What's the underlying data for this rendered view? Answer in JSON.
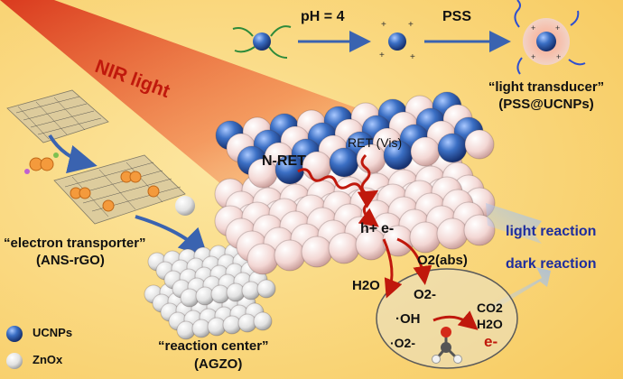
{
  "labels": {
    "nir_light": "NIR light",
    "ph": "pH = 4",
    "pss": "PSS",
    "light_transducer": "“light transducer”",
    "pss_ucnps": "(PSS@UCNPs)",
    "n_ret": "N-RET",
    "ret_vis": "RET (Vis)",
    "h_plus": "h+",
    "e_minus": "e-",
    "o2_abs": "O2(abs)",
    "h2o": "H2O",
    "o2_rad": "O2-",
    "oh_rad": "·OH",
    "o2_rad2": "·O2-",
    "co2": "CO2",
    "h2o_product": "H2O",
    "e_product": "e-",
    "light_reaction": "light reaction",
    "dark_reaction": "dark reaction",
    "electron_transporter": "“electron transporter”",
    "ans_rgo": "(ANS-rGO)",
    "reaction_center": "“reaction center”",
    "agzo": "(AGZO)"
  },
  "legend": [
    {
      "label": "UCNPs",
      "color": "#2e62b8"
    },
    {
      "label": "ZnOx",
      "color": "#e8e8e8"
    }
  ],
  "colors": {
    "background": "#fbd97a",
    "nir_beam": "#e6401c",
    "arrow_blue": "#3a63b0",
    "arrow_red": "#c0180c",
    "text_blue": "#1f2e9e"
  }
}
